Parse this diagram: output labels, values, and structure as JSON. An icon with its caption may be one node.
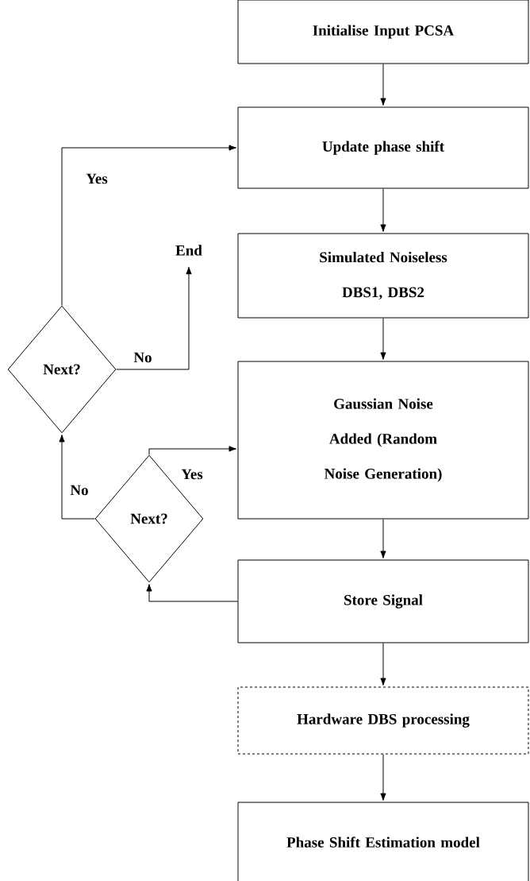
{
  "diagram": {
    "nodes": [
      {
        "text": [
          "Initialise Input PCSA"
        ]
      },
      {
        "text": [
          "Update phase shift"
        ]
      },
      {
        "text": [
          "Simulated Noiseless DBS1, DBS2"
        ]
      },
      {
        "text": [
          "Gaussian Noise Added (Random Noise Generation)"
        ]
      },
      {
        "text": [
          "Store Signal"
        ]
      },
      {
        "text": [
          "Hardware DBS processing"
        ]
      },
      {
        "text": [
          "Phase Shift Estimation model"
        ]
      },
      {
        "text": [
          "Next?"
        ]
      },
      {
        "text": [
          "Next?"
        ]
      },
      {
        "text": [
          "End"
        ]
      }
    ],
    "edges": [
      {
        "from": 0,
        "to": 1,
        "arrow": "to"
      },
      {
        "from": 1,
        "to": 2,
        "arrow": "to"
      },
      {
        "from": 2,
        "to": 3,
        "arrow": "to"
      },
      {
        "from": 3,
        "to": 4,
        "arrow": "to"
      },
      {
        "from": 4,
        "to": 8,
        "arrow": "to"
      },
      {
        "from": 8,
        "to": 3,
        "arrow": "to",
        "label": "Yes"
      },
      {
        "from": 8,
        "to": 7,
        "arrow": "to",
        "label": "No"
      },
      {
        "from": 7,
        "to": 1,
        "arrow": "to",
        "label": "Yes"
      },
      {
        "from": 7,
        "to": 9,
        "arrow": "to",
        "label": "No"
      },
      {
        "from": 4,
        "to": 5,
        "arrow": "to"
      },
      {
        "from": 5,
        "to": 6,
        "arrow": "to"
      }
    ]
  }
}
